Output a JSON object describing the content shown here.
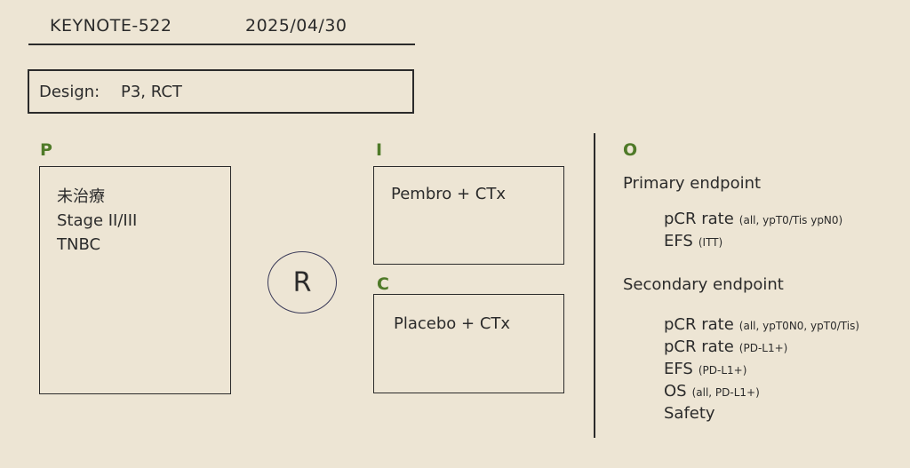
{
  "header": {
    "trial": "KEYNOTE-522",
    "date": "2025/04/30"
  },
  "design": {
    "label": "Design:",
    "value": "P3, RCT"
  },
  "colors": {
    "accent": "#4f7a28",
    "background": "#ede5d4",
    "ink": "#2b2b2b"
  },
  "population": {
    "letter": "P",
    "lines": [
      "未治療",
      "Stage II/III",
      "TNBC"
    ]
  },
  "randomization": {
    "symbol": "R"
  },
  "intervention": {
    "letter": "I",
    "text": "Pembro + CTx"
  },
  "comparator": {
    "letter": "C",
    "text": "Placebo + CTx"
  },
  "outcomes": {
    "letter": "O",
    "primary": {
      "heading": "Primary endpoint",
      "items": [
        {
          "name": "pCR rate",
          "note": "(all, ypT0/Tis ypN0)"
        },
        {
          "name": "EFS",
          "note": "(ITT)"
        }
      ]
    },
    "secondary": {
      "heading": "Secondary endpoint",
      "items": [
        {
          "name": "pCR rate",
          "note": "(all, ypT0N0, ypT0/Tis)"
        },
        {
          "name": "pCR rate",
          "note": "(PD-L1+)"
        },
        {
          "name": "EFS",
          "note": "(PD-L1+)"
        },
        {
          "name": "OS",
          "note": "(all, PD-L1+)"
        },
        {
          "name": "Safety",
          "note": ""
        }
      ]
    }
  }
}
